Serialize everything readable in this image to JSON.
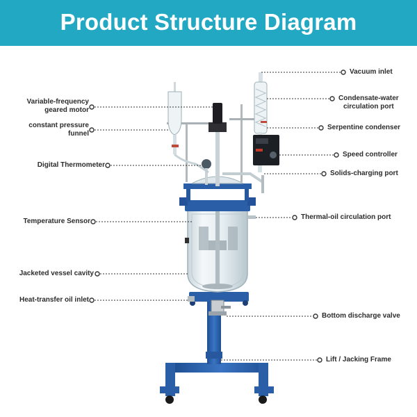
{
  "header": {
    "title": "Product Structure Diagram"
  },
  "labels_left": [
    {
      "id": "motor",
      "lines": [
        "Variable-frequency",
        "geared motor"
      ]
    },
    {
      "id": "funnel",
      "lines": [
        "constant pressure",
        "funnel"
      ]
    },
    {
      "id": "thermometer",
      "lines": [
        "Digital Thermometer"
      ]
    },
    {
      "id": "temp-sensor",
      "lines": [
        "Temperature Sensor"
      ]
    },
    {
      "id": "vessel-cavity",
      "lines": [
        "Jacketed vessel cavity"
      ]
    },
    {
      "id": "oil-inlet",
      "lines": [
        "Heat-transfer oil inlet"
      ]
    }
  ],
  "labels_right": [
    {
      "id": "vacuum-inlet",
      "lines": [
        "Vacuum inlet"
      ]
    },
    {
      "id": "condensate-port",
      "lines": [
        "Condensate-water",
        "circulation port"
      ]
    },
    {
      "id": "serpentine",
      "lines": [
        "Serpentine condenser"
      ]
    },
    {
      "id": "speed-controller",
      "lines": [
        "Speed controller"
      ]
    },
    {
      "id": "solids-port",
      "lines": [
        "Solids-charging port"
      ]
    },
    {
      "id": "thermal-oil-port",
      "lines": [
        "Thermal-oil circulation port"
      ]
    },
    {
      "id": "discharge-valve",
      "lines": [
        "Bottom discharge valve"
      ]
    },
    {
      "id": "jacking-frame",
      "lines": [
        "Lift / Jacking Frame"
      ]
    }
  ],
  "colors": {
    "banner": "#23a8c4",
    "frame": "#2a5fa8",
    "glass": "#dfe8ec",
    "panel": "#1c1f24"
  }
}
